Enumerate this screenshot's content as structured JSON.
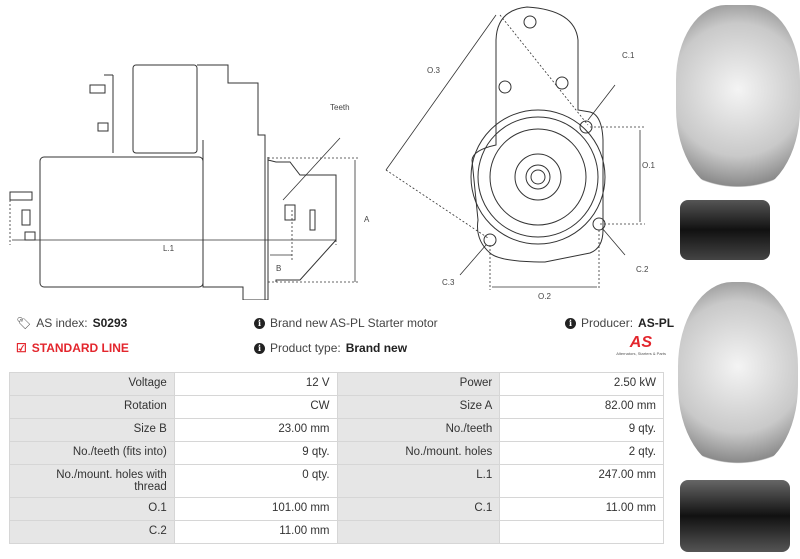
{
  "drawing": {
    "side_labels": {
      "teeth": "Teeth",
      "a": "A",
      "b": "B",
      "l1": "L.1"
    },
    "front_labels": {
      "o3": "O.3",
      "c1": "C.1",
      "o1": "O.1",
      "c2": "C.2",
      "c3": "C.3",
      "o2": "O.2"
    }
  },
  "info": {
    "as_index_label": "AS index:",
    "as_index_value": "S0293",
    "line": "STANDARD LINE",
    "description": "Brand new AS-PL Starter motor",
    "product_type_label": "Product type:",
    "product_type_value": "Brand new",
    "producer_label": "Producer:",
    "producer_value": "AS-PL",
    "logo_text": "AS",
    "logo_tagline": "Alternators, Starters & Parts",
    "accent_color": "#e3262d"
  },
  "specs": [
    [
      "Voltage",
      "12 V",
      "Power",
      "2.50 kW"
    ],
    [
      "Rotation",
      "CW",
      "Size A",
      "82.00 mm"
    ],
    [
      "Size B",
      "23.00 mm",
      "No./teeth",
      "9 qty."
    ],
    [
      "No./teeth (fits into)",
      "9 qty.",
      "No./mount. holes",
      "2 qty."
    ],
    [
      "No./mount. holes with thread",
      "0 qty.",
      "L.1",
      "247.00 mm"
    ],
    [
      "O.1",
      "101.00 mm",
      "C.1",
      "11.00 mm"
    ],
    [
      "C.2",
      "11.00 mm",
      "",
      ""
    ]
  ]
}
